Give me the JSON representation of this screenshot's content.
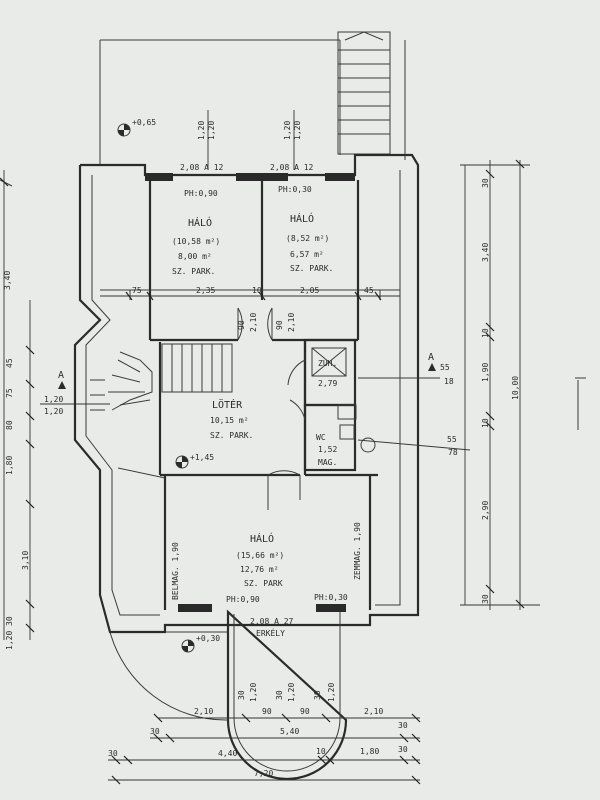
{
  "rooms": {
    "halo1": {
      "name": "HÁLÓ",
      "gross": "(10,58 m²)",
      "net": "8,00 m²",
      "floor": "SZ. PARK."
    },
    "halo2": {
      "name": "HÁLÓ",
      "gross": "(8,52 m²)",
      "net": "6,57 m²",
      "floor": "SZ. PARK."
    },
    "lopter": {
      "name": "LÖTÉR",
      "area": "10,15 m²",
      "floor": "SZ. PARK."
    },
    "halo3": {
      "name": "HÁLÓ",
      "gross": "(15,66 m²)",
      "net": "12,76 m²",
      "floor": "SZ. PARK"
    },
    "erkely": {
      "name": "ERKÉLY"
    },
    "zuh": {
      "name": "ZUH.",
      "area": "2,79"
    },
    "wc": {
      "name": "WC",
      "area": "1,52",
      "floor": "MAG."
    }
  },
  "levels": {
    "top": "+0,65",
    "mid": "+1,45",
    "balcony": "+0,30"
  },
  "windows": {
    "top": "2,08 A 12",
    "bottom": "2,08 A 12",
    "ph_a": "PH:0,90",
    "ph_b": "PH:0,30",
    "ph_c": "PH:0,90",
    "ph_d": "PH:0,30",
    "balcony": "2,08 A 27"
  },
  "vertical_labels": {
    "attic_left": "BELMAG. 1,90",
    "attic_right": "ZEMMAG. 1,90"
  },
  "dimensions": {
    "room_widths": [
      "75",
      "2,35",
      "10",
      "2,05",
      "45"
    ],
    "top_small": [
      "1,20",
      "1,20",
      "1,20",
      "1,20"
    ],
    "door_widths": [
      "90",
      "2,10",
      "90",
      "2,10"
    ],
    "right_chain": [
      "30",
      "3,40",
      "10",
      "1,90",
      "10",
      "2,90",
      "30"
    ],
    "right_total": "10,00",
    "right_misc": [
      "55",
      "18",
      "55",
      "78"
    ],
    "left_chain": [
      "3,40",
      "45",
      "75",
      "80",
      "1,80",
      "3,10",
      "1,20",
      "30"
    ],
    "left_misc": [
      "1,20",
      "1,20"
    ],
    "bottom_heights": [
      "30",
      "1,20",
      "30",
      "1,20",
      "30",
      "1,20"
    ],
    "bottom_row1": [
      "2,10",
      "90",
      "90",
      "2,10"
    ],
    "bottom_row2": [
      "30",
      "5,40",
      "30"
    ],
    "bottom_row3": [
      "30",
      "4,40",
      "10",
      "1,80",
      "30"
    ],
    "bottom_total": "7,20",
    "stair_marker": "A"
  },
  "colors": {
    "paper": "#e9ebe9",
    "ink": "#2b2b2b"
  }
}
